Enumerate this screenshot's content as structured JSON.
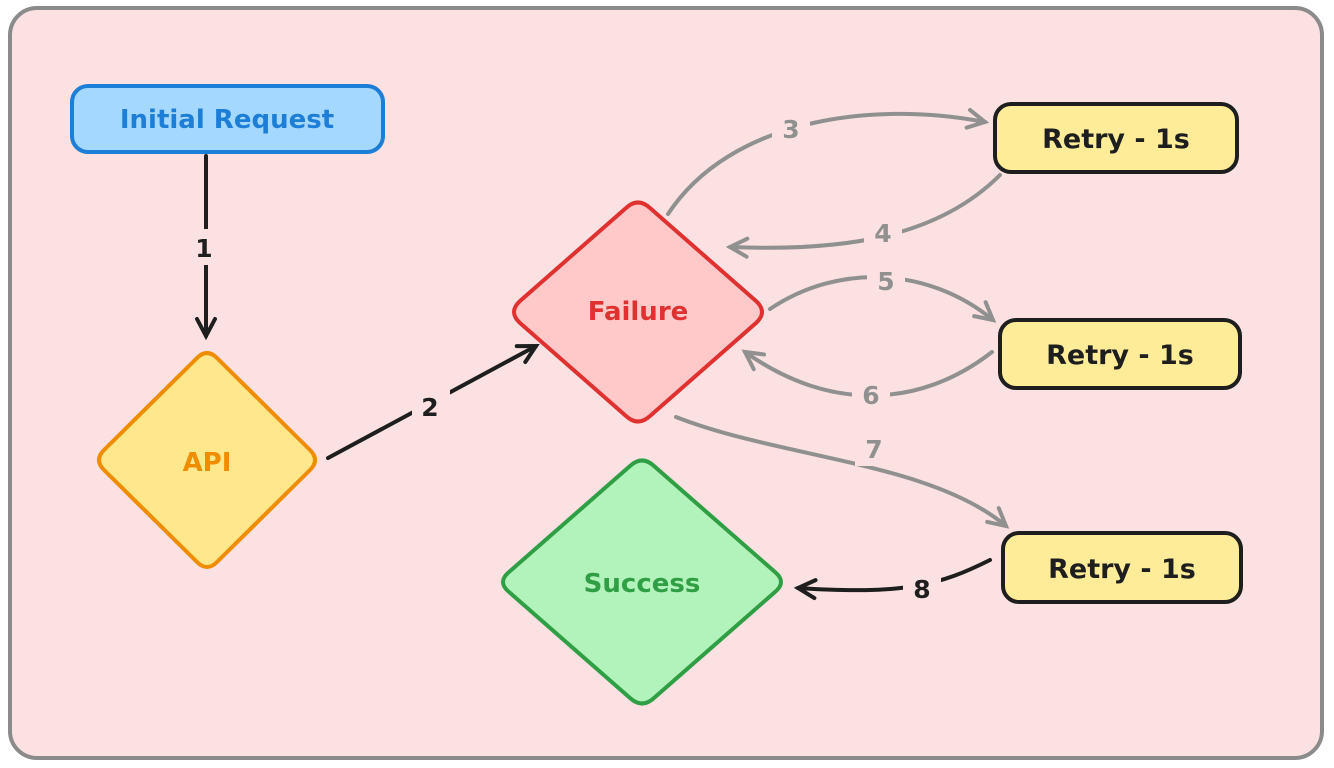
{
  "diagram": {
    "type": "flowchart",
    "background": "#fbe1e1",
    "frame_border_color": "#8b8b8b",
    "arrow_primary_color": "#1e1e1e",
    "arrow_secondary_color": "#909090"
  },
  "nodes": {
    "initial_request": {
      "label": "Initial Request",
      "shape": "rounded-rectangle",
      "fill": "#a5d8ff",
      "stroke": "#1c7ed6",
      "text_color": "#1c7ed6"
    },
    "api": {
      "label": "API",
      "shape": "diamond",
      "fill": "#ffe88c",
      "stroke": "#f08c00",
      "text_color": "#f08c00"
    },
    "failure": {
      "label": "Failure",
      "shape": "diamond",
      "fill": "#ffc9c9",
      "stroke": "#e03131",
      "text_color": "#e03131"
    },
    "success": {
      "label": "Success",
      "shape": "diamond",
      "fill": "#b2f2bb",
      "stroke": "#2f9e44",
      "text_color": "#2f9e44"
    },
    "retry_1": {
      "label": "Retry - 1s",
      "shape": "rounded-rectangle",
      "fill": "#ffec99",
      "stroke": "#1e1e1e",
      "text_color": "#1e1e1e"
    },
    "retry_2": {
      "label": "Retry - 1s",
      "shape": "rounded-rectangle",
      "fill": "#ffec99",
      "stroke": "#1e1e1e",
      "text_color": "#1e1e1e"
    },
    "retry_3": {
      "label": "Retry - 1s",
      "shape": "rounded-rectangle",
      "fill": "#ffec99",
      "stroke": "#1e1e1e",
      "text_color": "#1e1e1e"
    }
  },
  "edges": {
    "e1": {
      "label": "1",
      "from": "initial_request",
      "to": "api",
      "color": "#1e1e1e"
    },
    "e2": {
      "label": "2",
      "from": "api",
      "to": "failure",
      "color": "#1e1e1e"
    },
    "e3": {
      "label": "3",
      "from": "failure",
      "to": "retry_1",
      "color": "#909090"
    },
    "e4": {
      "label": "4",
      "from": "retry_1",
      "to": "failure",
      "color": "#909090"
    },
    "e5": {
      "label": "5",
      "from": "failure",
      "to": "retry_2",
      "color": "#909090"
    },
    "e6": {
      "label": "6",
      "from": "retry_2",
      "to": "failure",
      "color": "#909090"
    },
    "e7": {
      "label": "7",
      "from": "failure",
      "to": "retry_3",
      "color": "#909090"
    },
    "e8": {
      "label": "8",
      "from": "retry_3",
      "to": "success",
      "color": "#1e1e1e"
    }
  }
}
